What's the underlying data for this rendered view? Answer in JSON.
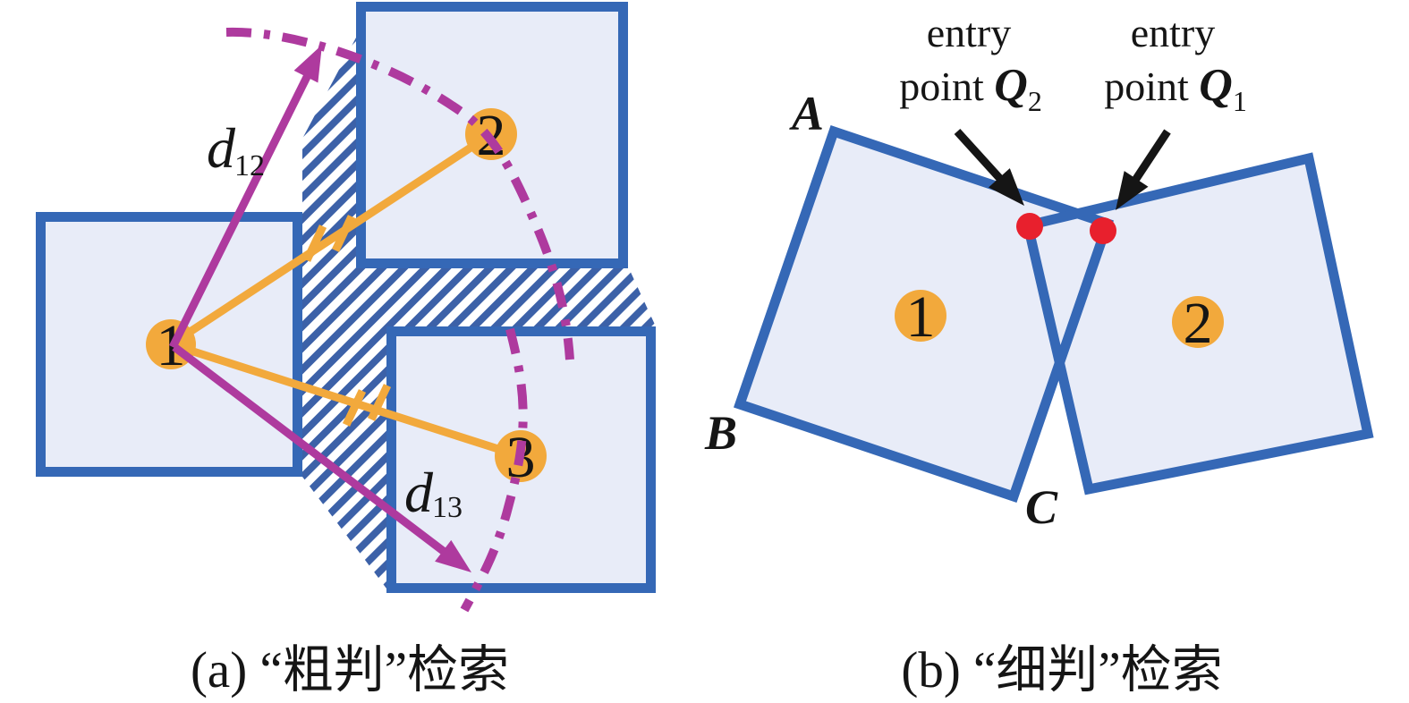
{
  "panel_a": {
    "caption": "(a) “粗判”检索",
    "square_numbers": {
      "s1": "1",
      "s2": "2",
      "s3": "3"
    },
    "distance_labels": {
      "d12": {
        "base": "d",
        "sub": "12"
      },
      "d13": {
        "base": "d",
        "sub": "13"
      }
    }
  },
  "panel_b": {
    "caption": "(b) “细判”检索",
    "square_numbers": {
      "s1": "1",
      "s2": "2"
    },
    "entry_points": {
      "q2": {
        "line1": "entry",
        "line2_prefix": "point ",
        "symbol": "Q",
        "sub": "2"
      },
      "q1": {
        "line1": "entry",
        "line2_prefix": "point ",
        "symbol": "Q",
        "sub": "1"
      }
    },
    "corner_labels": {
      "a": "A",
      "b": "B",
      "c": "C"
    }
  },
  "colors": {
    "square_border_blue": "#3568b6",
    "square_fill_lavender": "#e8ecf8",
    "hatch_blue": "#3c61a8",
    "node_orange": "#f2a93c",
    "distance_magenta": "#ae3a9e",
    "entry_dot_red": "#e8202d",
    "text_black": "#151515",
    "background": "#ffffff"
  }
}
